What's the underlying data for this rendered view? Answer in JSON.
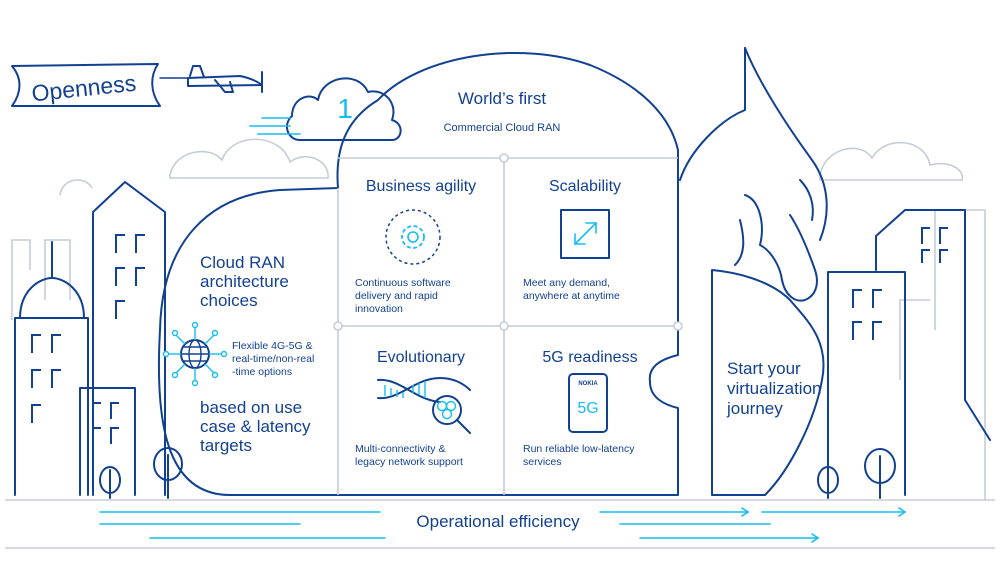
{
  "banner": {
    "label": "Openness"
  },
  "first": {
    "number": "1",
    "title": "World’s first",
    "subtitle": "Commercial Cloud RAN"
  },
  "architecture": {
    "title_lines": [
      "Cloud RAN",
      "architecture",
      "choices"
    ],
    "flex_lines": [
      "Flexible 4G-5G &",
      "real-time/non-real",
      "-time options"
    ],
    "based_lines": [
      "based on use",
      "case & latency",
      "targets"
    ]
  },
  "cards": {
    "business_agility": {
      "title": "Business agility",
      "desc_lines": [
        "Continuous software",
        "delivery and rapid",
        "innovation"
      ]
    },
    "scalability": {
      "title": "Scalability",
      "desc_lines": [
        "Meet any demand,",
        "anywhere at anytime"
      ]
    },
    "evolutionary": {
      "title": "Evolutionary",
      "desc_lines": [
        "Multi-connectivity &",
        "legacy network support"
      ]
    },
    "readiness": {
      "title": "5G readiness",
      "desc_lines": [
        "Run reliable low-latency",
        "services"
      ],
      "phone_brand": "NOKIA",
      "phone_label": "5G"
    }
  },
  "journey": {
    "lines": [
      "Start your",
      "virtualization",
      "journey"
    ]
  },
  "footer": {
    "label": "Operational efficiency"
  },
  "icons": [
    "airplane-icon",
    "cloud-icon",
    "gear-cycle-icon",
    "expand-arrow-icon",
    "dna-icon",
    "magnifier-icon",
    "globe-network-icon",
    "phone-icon",
    "hand-icon",
    "tree-icon",
    "building-icon"
  ],
  "colors": {
    "navy": "#124191",
    "cyan": "#15bdf0",
    "grey": "#c6ccd6"
  }
}
